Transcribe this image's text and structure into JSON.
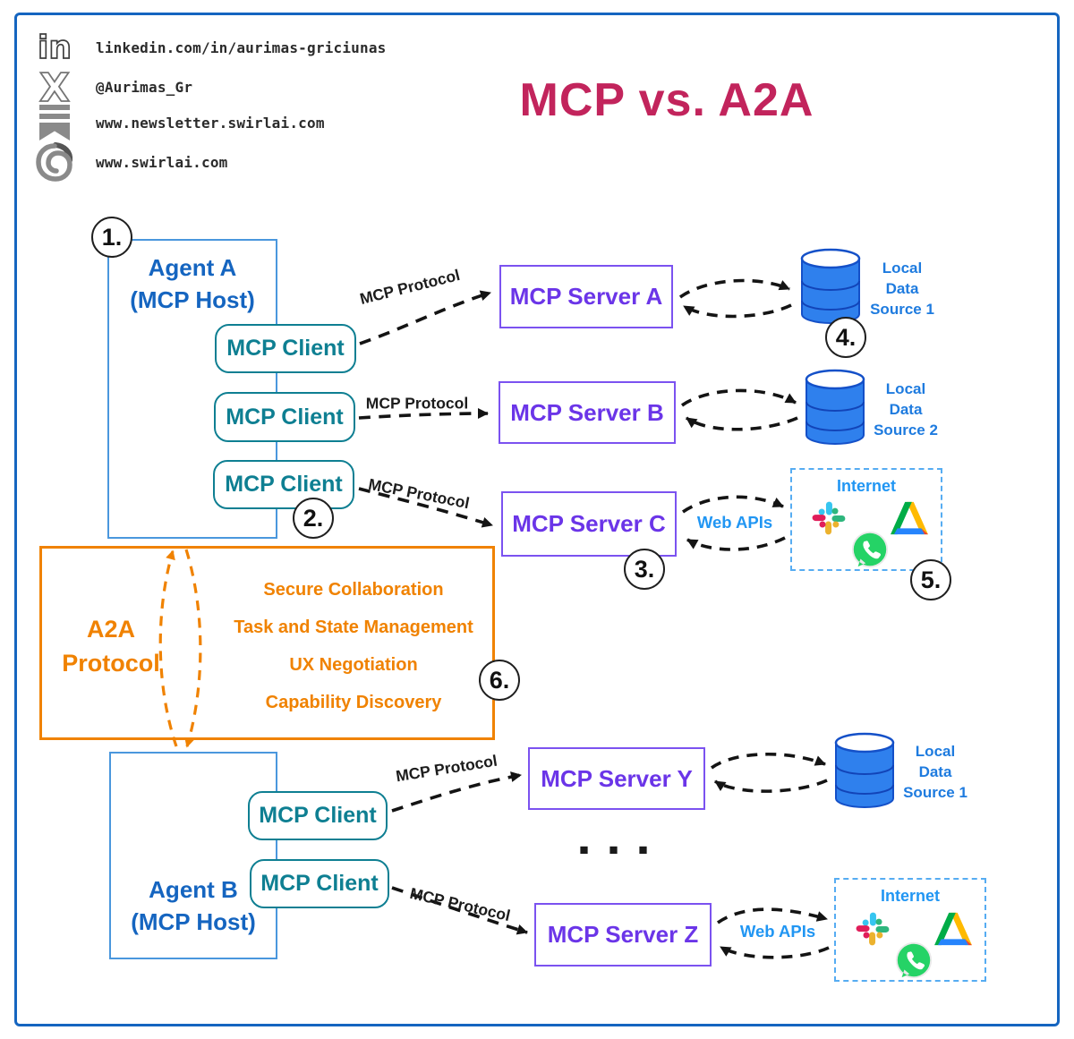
{
  "header": {
    "title": "MCP vs. A2A",
    "links": [
      {
        "icon": "linkedin-icon",
        "label": "linkedin.com/in/aurimas-griciunas"
      },
      {
        "icon": "x-icon",
        "label": "@Aurimas_Gr"
      },
      {
        "icon": "newsletter-icon",
        "label": "www.newsletter.swirlai.com"
      },
      {
        "icon": "swirl-icon",
        "label": "www.swirlai.com"
      }
    ]
  },
  "labels": {
    "mcp_client": "MCP Client",
    "mcp_protocol": "MCP Protocol",
    "web_apis": "Web APIs",
    "internet": "Internet",
    "ellipsis": "■ ■ ■"
  },
  "agent_a": {
    "line1": "Agent A",
    "line2": "(MCP Host)"
  },
  "agent_b": {
    "line1": "Agent B",
    "line2": "(MCP Host)"
  },
  "servers": {
    "a": "MCP Server A",
    "b": "MCP Server B",
    "c": "MCP Server C",
    "y": "MCP Server Y",
    "z": "MCP Server Z"
  },
  "data_sources": {
    "s1": {
      "l1": "Local",
      "l2": "Data",
      "l3": "Source 1"
    },
    "s2": {
      "l1": "Local",
      "l2": "Data",
      "l3": "Source 2"
    }
  },
  "a2a": {
    "line1": "A2A",
    "line2": "Protocol",
    "features": [
      "Secure Collaboration",
      "Task and State Management",
      "UX Negotiation",
      "Capability Discovery"
    ]
  },
  "badges": {
    "n1": "1.",
    "n2": "2.",
    "n3": "3.",
    "n4": "4.",
    "n5": "5.",
    "n6": "6."
  },
  "colors": {
    "frame_blue": "#1565C0",
    "title_crimson": "#C2245C",
    "agent_blue": "#1565C0",
    "client_teal": "#0E7F92",
    "server_purple": "#6B35E8",
    "a2a_orange": "#F08200",
    "link_blue": "#2196F3",
    "db_blue": "#2F80ED",
    "slack_colors": [
      "#36C5F0",
      "#2EB67D",
      "#ECB22E",
      "#E01E5A"
    ],
    "drive_colors": [
      "#00AC47",
      "#FFBA00",
      "#2684FC",
      "#EA4335"
    ],
    "whatsapp_green": "#25D366"
  }
}
